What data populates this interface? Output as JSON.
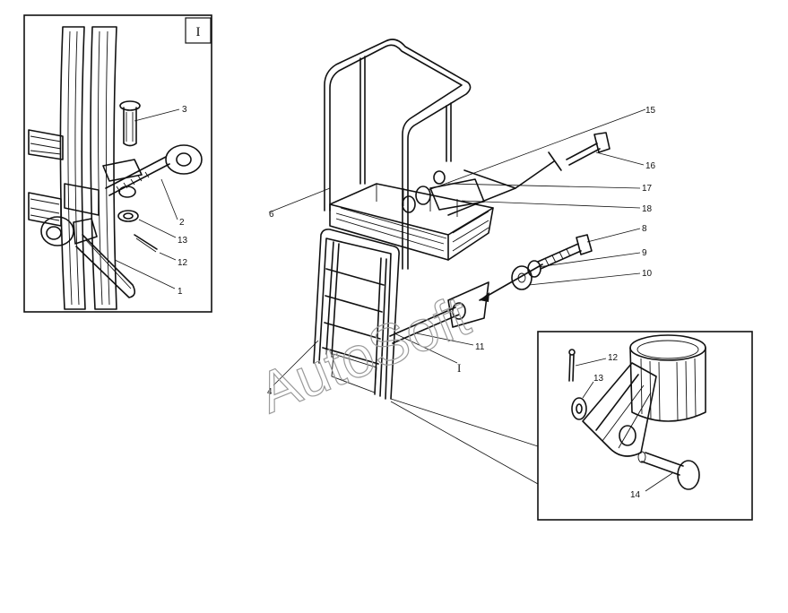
{
  "inset_left": {
    "tag": "I"
  },
  "part_labels": {
    "p1": "1",
    "p2": "2",
    "p3": "3",
    "p4": "4",
    "p6": "6",
    "p8": "8",
    "p9": "9",
    "p10": "10",
    "p11": "11",
    "p12a": "12",
    "p12b": "12",
    "p13a": "13",
    "p13b": "13",
    "p14": "14",
    "p15": "15",
    "p16": "16",
    "p17": "17",
    "p18": "18"
  },
  "view_marker": "I",
  "watermark": "AutoSoft"
}
